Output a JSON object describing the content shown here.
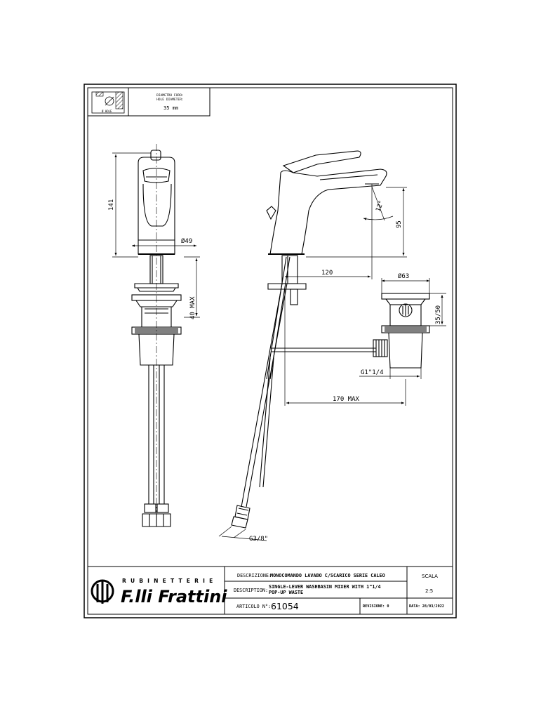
{
  "hole_box": {
    "label_it": "DIAMETRO FORO:",
    "label_en": "HOLE DIAMETER:",
    "value": "35 mm",
    "icon_caption": "Ø HOLE"
  },
  "front_view": {
    "height_dim": "141",
    "base_dia_dim": "Ø49",
    "thickness_dim": "40 MAX"
  },
  "side_view": {
    "angle_dim": "12°",
    "spout_height_dim": "95",
    "reach_dim": "120",
    "rod_length_dim": "170 MAX",
    "hose_thread_dim": "G3/8\""
  },
  "waste_view": {
    "dia_dim": "Ø63",
    "height_dim": "35/50",
    "thread_dim": "G1\"1/4"
  },
  "title_block": {
    "company_top": "RUBINETTERIE",
    "company_name": "F.lli Frattini",
    "descrizione_label": "DESCRIZIONE:",
    "descrizione_value": "MONOCOMANDO LAVABO C/SCARICO SERIE CALEO",
    "description_label": "DESCRIPTION:",
    "description_line1": "SINGLE-LEVER  WASHBASIN MIXER  WITH 1\"1/4",
    "description_line2": "POP-UP WASTE",
    "articolo_label": "ARTICOLO N°:",
    "articolo_value": "61054",
    "revisione": "REVISIONE: 0",
    "data": "DATA: 28/03/2022",
    "scala_label": "SCALA",
    "scala_value": "2:5"
  }
}
